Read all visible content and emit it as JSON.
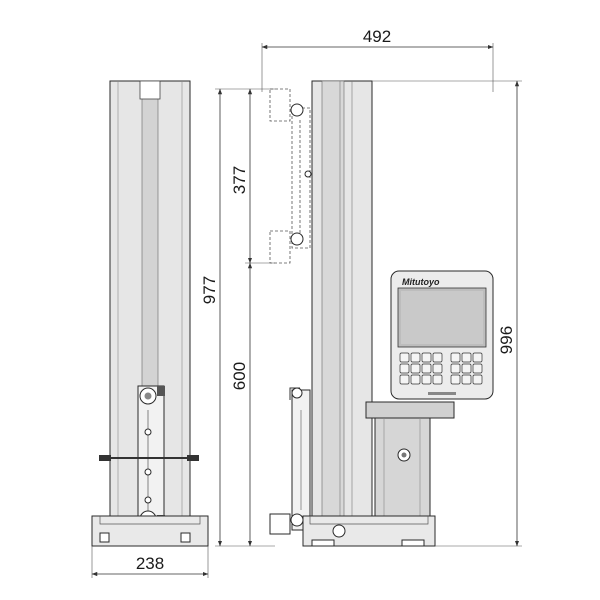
{
  "dimensions": {
    "overall_width": "492",
    "overall_height": "996",
    "travel_range": "977",
    "lower_range": "600",
    "upper_range": "377",
    "base_width": "238"
  },
  "brand_text": "Mitutoyo",
  "colors": {
    "body_fill": "#e6e6e6",
    "body_shade": "#cfcfcf",
    "screen_fill": "#bdbdbd",
    "key_fill": "#f4f4f4",
    "line": "#2a2a2a"
  }
}
